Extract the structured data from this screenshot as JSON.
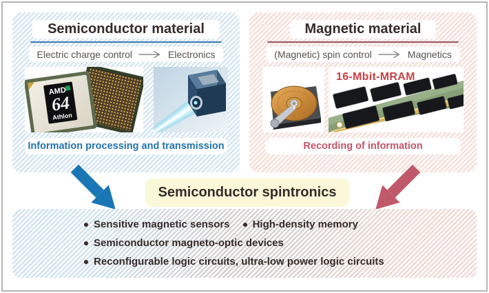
{
  "left_panel": {
    "title": "Semiconductor material",
    "flow": {
      "from": "Electric charge control",
      "to": "Electronics"
    },
    "caption": "Information processing and transmission",
    "images": [
      "amd-athlon-cpu-photo",
      "laser-module-photo"
    ],
    "colors": {
      "stripe": "#d2e4f2",
      "underline": "#3c7cb4",
      "caption_text": "#2273ae",
      "arrow": "#1b76b5"
    }
  },
  "right_panel": {
    "title": "Magnetic material",
    "flow": {
      "from": "(Magnetic) spin control",
      "to": "Magnetics"
    },
    "caption": "Recording of information",
    "mram_label": "16-Mbit-MRAM",
    "images": [
      "hard-disk-drive-photo",
      "mram-module-photo"
    ],
    "colors": {
      "stripe": "#f6dcd5",
      "underline": "#9c5260",
      "caption_text": "#c25568",
      "arrow": "#c05a6a"
    }
  },
  "center_box": {
    "label": "Semiconductor spintronics",
    "bg": "#faf8d8"
  },
  "bottom_panel": {
    "row1": [
      "Sensitive magnetic sensors",
      "High-density memory"
    ],
    "row2": [
      "Semiconductor magneto-optic devices"
    ],
    "row3": [
      "Reconfigurable logic circuits, ultra-low power logic circuits"
    ]
  }
}
